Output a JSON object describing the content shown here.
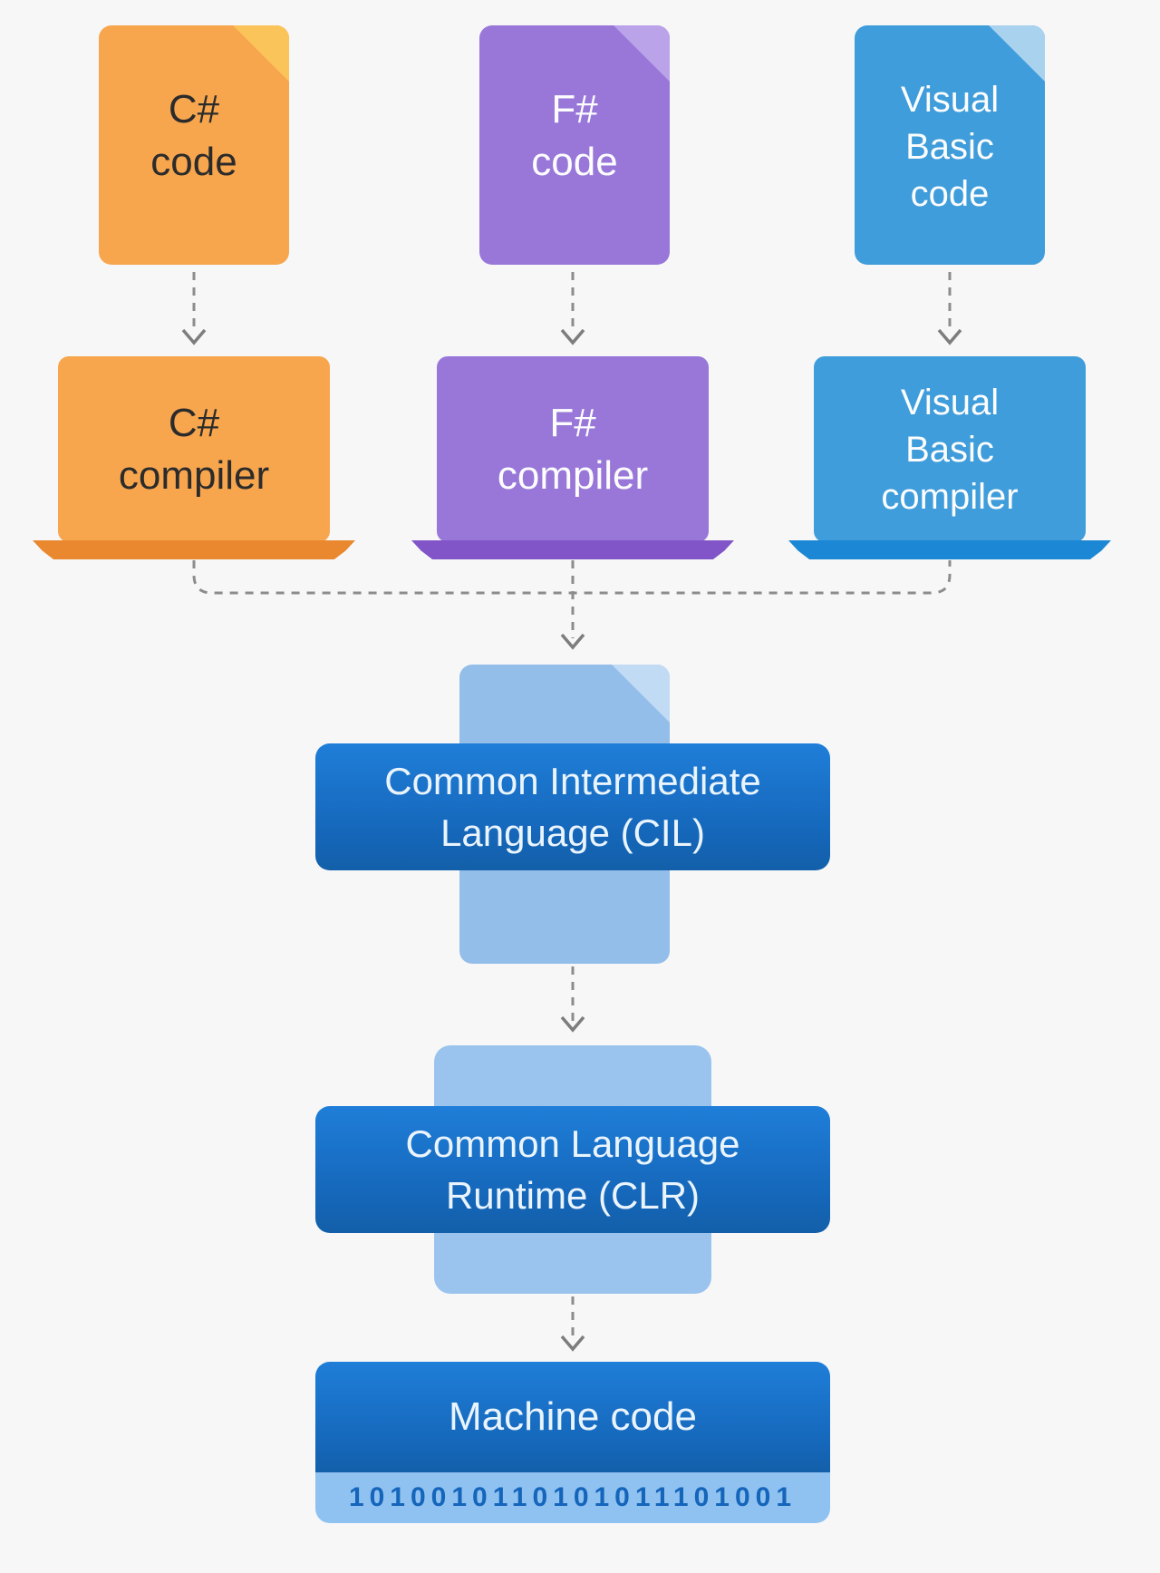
{
  "diagram_type": "flowchart",
  "palette": {
    "background": "#f7f7f8",
    "orange_body": "#f7a64e",
    "orange_fold": "#fbc45a",
    "orange_base": "#e9882e",
    "purple_body": "#9877d9",
    "purple_fold": "#baa3e9",
    "purple_base": "#8155c8",
    "blue_body": "#3e9dda",
    "blue_fold": "#a9d2ef",
    "blue_base": "#1c87d4",
    "cil_document_body": "#93bee9",
    "cil_document_fold": "#c2dbf4",
    "badge_blue_top": "#1f7ed8",
    "badge_blue_bottom": "#135fa9",
    "clr_square": "#9ac4ee",
    "machine_strip": "#8fc2f0",
    "binary_text": "#1565bb",
    "connector_gray": "#8c8c8c"
  },
  "nodes": {
    "csharp_code": {
      "lines": [
        "C#",
        "code"
      ]
    },
    "fsharp_code": {
      "lines": [
        "F#",
        "code"
      ]
    },
    "vb_code": {
      "lines": [
        "Visual",
        "Basic",
        "code"
      ]
    },
    "csharp_compiler": {
      "lines": [
        "C#",
        "compiler"
      ]
    },
    "fsharp_compiler": {
      "lines": [
        "F#",
        "compiler"
      ]
    },
    "vb_compiler": {
      "lines": [
        "Visual",
        "Basic",
        "compiler"
      ]
    },
    "cil": {
      "lines": [
        "Common Intermediate",
        "Language (CIL)"
      ]
    },
    "clr": {
      "lines": [
        "Common Language",
        "Runtime (CLR)"
      ]
    },
    "machine": {
      "label": "Machine code",
      "binary": "1010010110101011101001"
    }
  }
}
